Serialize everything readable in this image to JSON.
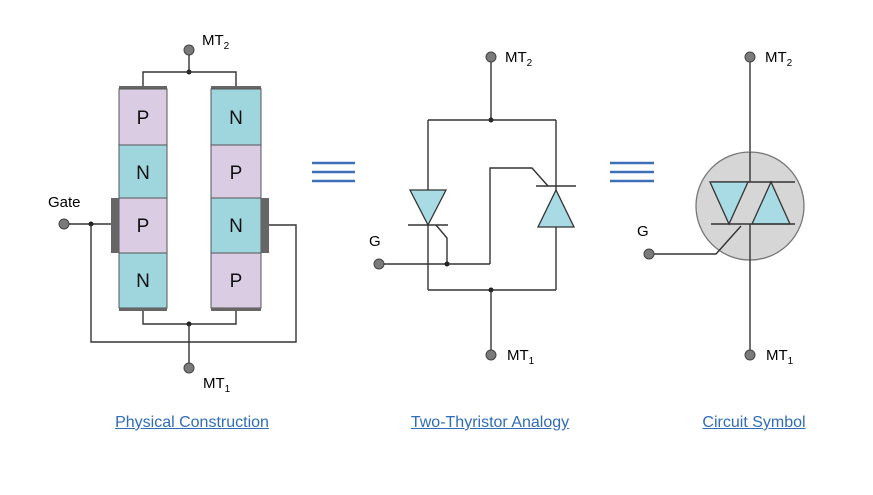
{
  "physical": {
    "left_column": [
      "P",
      "N",
      "P",
      "N"
    ],
    "right_column": [
      "N",
      "P",
      "N",
      "P"
    ],
    "terminals": {
      "gate": "Gate",
      "top_main": "MT",
      "top_sub": "2",
      "bottom_main": "MT",
      "bottom_sub": "1"
    },
    "caption": "Physical Construction"
  },
  "analogy": {
    "terminals": {
      "gate": "G",
      "top_main": "MT",
      "top_sub": "2",
      "bottom_main": "MT",
      "bottom_sub": "1"
    },
    "caption": "Two-Thyristor Analogy"
  },
  "symbol": {
    "terminals": {
      "gate": "G",
      "top_main": "MT",
      "top_sub": "2",
      "bottom_main": "MT",
      "bottom_sub": "1"
    },
    "caption": "Circuit Symbol"
  },
  "colors": {
    "p_layer": "#d9cce3",
    "n_layer": "#9fd6de",
    "thyristor_fill": "#a9dbe4",
    "symbol_circle": "#d6d6d6",
    "equivalence": "#3f6fb7",
    "caption_link": "#2f6db8"
  }
}
